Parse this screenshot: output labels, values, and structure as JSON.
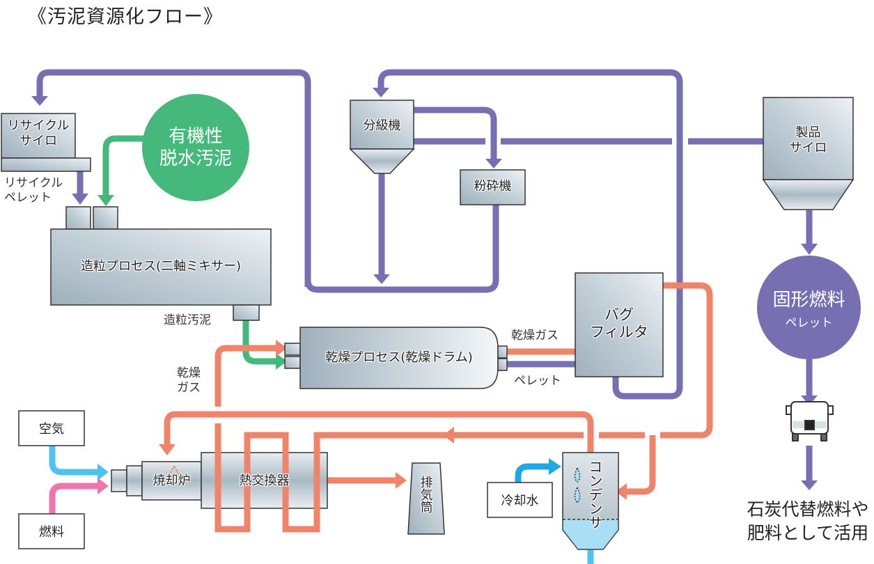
{
  "title": "《汚泥資源化フロー》",
  "colors": {
    "pellet_line": "#7670b2",
    "sludge_line": "#45b97c",
    "gas_line": "#f0846a",
    "air_line": "#4fc3ef",
    "fuel_line": "#ee76aa",
    "water_line": "#1fa8e6",
    "condenser_water": "#a9def5"
  },
  "nodes": {
    "recycle_silo": "リサイクル\nサイロ",
    "organic_sludge": "有機性\n脱水汚泥",
    "classifier": "分級機",
    "crusher": "粉砕機",
    "product_silo": "製品\nサイロ",
    "granulation": "造粒プロセス(二軸ミキサー)",
    "dryer": "乾燥プロセス(乾燥ドラム)",
    "bag_filter": "バグ\nフィルタ",
    "solid_fuel": {
      "main": "固形燃料",
      "sub": "ペレット"
    },
    "incinerator": "焼却炉",
    "heat_exchanger": "熱交換器",
    "stack": "排気筒",
    "condenser": "コンデンサ",
    "air": "空気",
    "fuel": "燃料",
    "cooling_water": "冷却水"
  },
  "labels": {
    "recycle_pellet": "リサイクル\nペレット",
    "granulated_sludge": "造粒汚泥",
    "dry_gas_left": "乾燥\nガス",
    "dry_gas_right": "乾燥ガス",
    "pellet": "ペレット",
    "final_use": "石炭代替燃料や\n肥料として活用"
  },
  "icons": {
    "truck": "truck-icon"
  }
}
